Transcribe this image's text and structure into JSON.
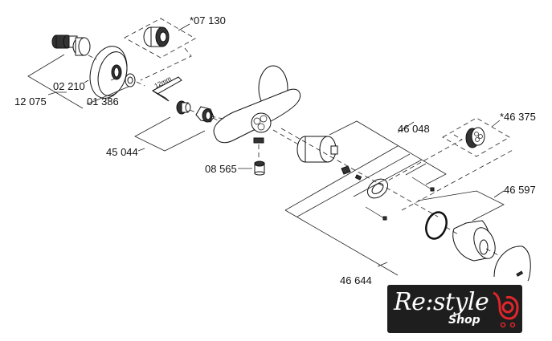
{
  "diagram": {
    "title": "Exploded view – single-lever shower mixer",
    "part_labels": {
      "p07130": "*07 130",
      "p02210": "02 210",
      "p12075": "12 075",
      "p01386": "01 386",
      "p45044": "45 044",
      "p08565": "08 565",
      "p46048": "46 048",
      "p46375": "*46 375",
      "p46597": "46 597",
      "p46644": "46 644",
      "wrench_size": "12mm"
    }
  },
  "logo": {
    "brand": "Re:style",
    "sub": "Shop",
    "accent_color": "#e0262b",
    "bg_color": "#1e1e1e"
  }
}
